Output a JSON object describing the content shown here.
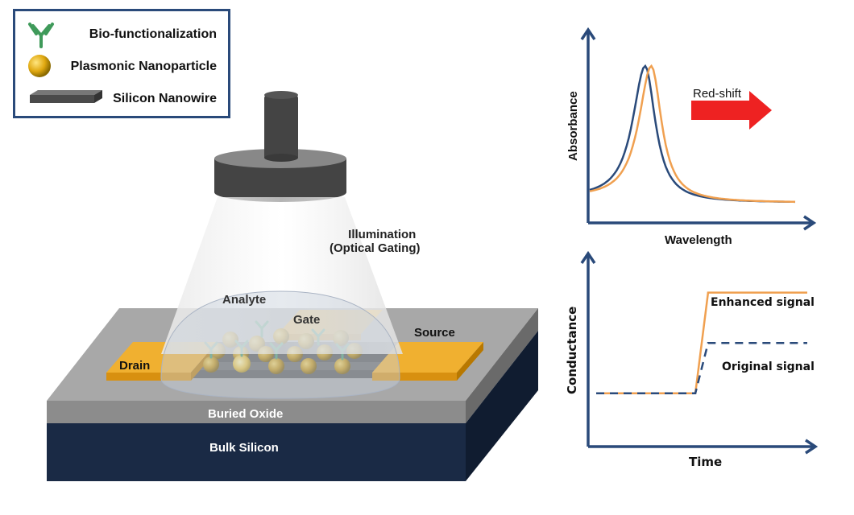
{
  "legend": {
    "items": [
      {
        "icon": "antibody-icon",
        "label": "Bio-functionalization"
      },
      {
        "icon": "nanoparticle-icon",
        "label": "Plasmonic Nanoparticle"
      },
      {
        "icon": "nanowire-icon",
        "label": "Silicon Nanowire"
      }
    ]
  },
  "device": {
    "illumination_line1": "Illumination",
    "illumination_line2": "(Optical Gating)",
    "analyte": "Analyte",
    "gate": "Gate",
    "source": "Source",
    "drain": "Drain",
    "buried_oxide": "Buried Oxide",
    "bulk_silicon": "Bulk Silicon"
  },
  "colors": {
    "axis": "#2a4a7a",
    "original": "#2a4a7a",
    "enhanced": "#f0a050",
    "arrow": "#ee2222",
    "gold": "#f0b030",
    "bulk": "#1a2a45",
    "oxide": "#999999"
  },
  "chart_data": [
    {
      "type": "line",
      "title": "",
      "xlabel": "Wavelength",
      "ylabel": "Absorbance",
      "annotation": "Red-shift",
      "series": [
        {
          "name": "original",
          "peak_x": 0.27,
          "baseline": 0.05,
          "peak": 0.9
        },
        {
          "name": "shifted",
          "peak_x": 0.3,
          "baseline": 0.05,
          "peak": 0.9
        }
      ]
    },
    {
      "type": "line",
      "title": "",
      "xlabel": "Time",
      "ylabel": "Conductance",
      "series": [
        {
          "name": "Enhanced signal",
          "x": [
            0,
            0.47,
            0.53,
            1.0
          ],
          "y": [
            0.2,
            0.2,
            1.0,
            1.0
          ]
        },
        {
          "name": "Original signal",
          "x": [
            0,
            0.47,
            0.53,
            1.0
          ],
          "y": [
            0.2,
            0.2,
            0.6,
            0.6
          ]
        }
      ]
    }
  ]
}
